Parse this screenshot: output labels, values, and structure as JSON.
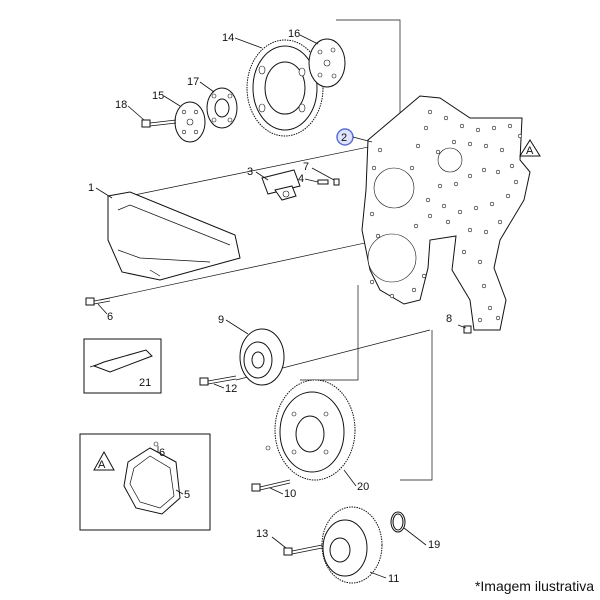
{
  "caption": "*Imagem ilustrativa",
  "callouts": {
    "n1": "1",
    "n2": "2",
    "n3": "3",
    "n4": "4",
    "n5": "5",
    "n6a": "6",
    "n6b": "6",
    "n7": "7",
    "n8": "8",
    "n9": "9",
    "n10": "10",
    "n11": "11",
    "n12": "12",
    "n13": "13",
    "n14": "14",
    "n15": "15",
    "n16": "16",
    "n17": "17",
    "n18": "18",
    "n19": "19",
    "n20": "20",
    "n21": "21"
  },
  "markers": {
    "a1": "A",
    "a2": "A"
  },
  "colors": {
    "highlight": "#5b6fd6",
    "line": "#111111"
  }
}
